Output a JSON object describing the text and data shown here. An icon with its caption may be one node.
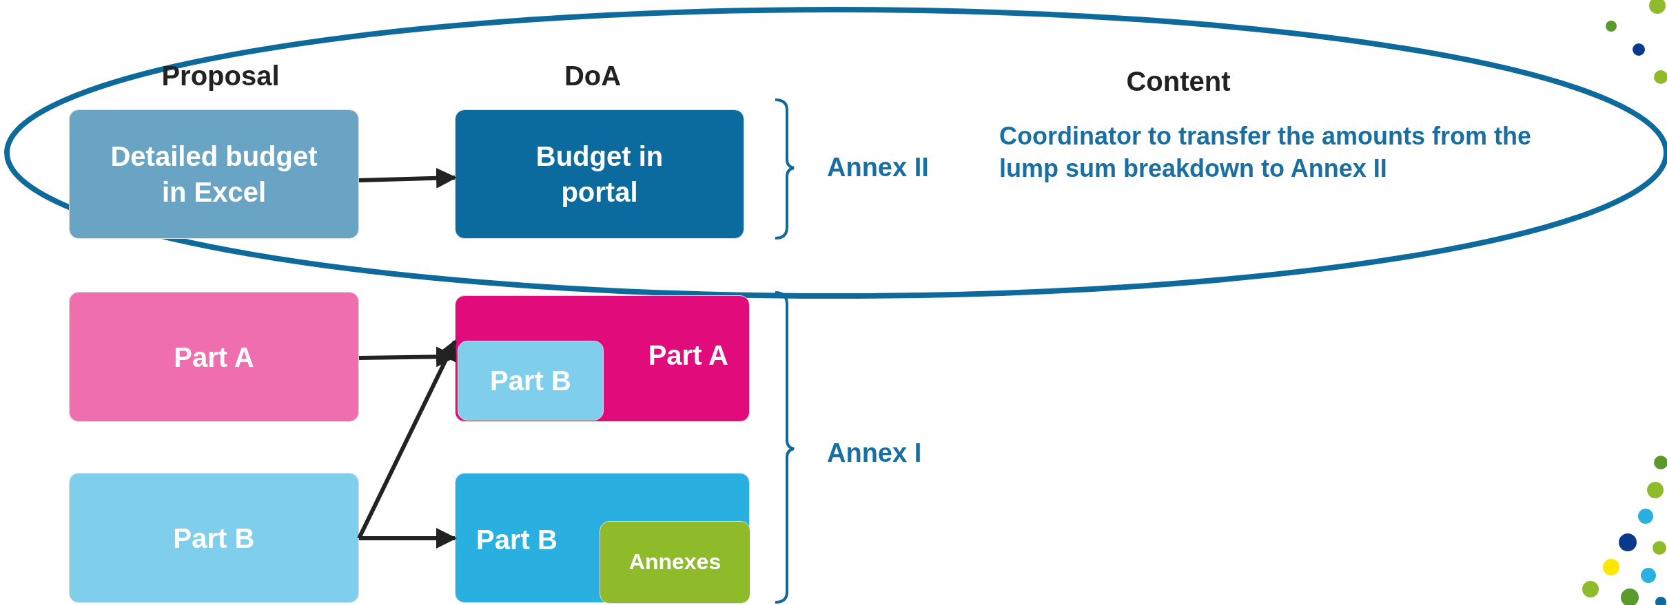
{
  "diagram": {
    "nodes": [
      {
        "text": [
          "Detailed budget in Excel"
        ]
      },
      {
        "text": [
          "Budget in portal"
        ]
      },
      {
        "text": [
          "Part A"
        ]
      },
      {
        "text": [
          "Part B"
        ]
      },
      {
        "text": [
          "Part A"
        ]
      },
      {
        "text": [
          "Part B"
        ],
        "in": 4
      },
      {
        "text": [
          "Part B"
        ]
      },
      {
        "text": [
          "Annexes"
        ],
        "in": 6
      }
    ],
    "edges": [
      {
        "from": 0,
        "to": 1,
        "arrow": "to"
      },
      {
        "from": 2,
        "to": 4,
        "arrow": "to"
      },
      {
        "from": 3,
        "to": 4,
        "arrow": "to"
      },
      {
        "from": 3,
        "to": 6,
        "arrow": "to"
      }
    ],
    "labels": [
      "Proposal",
      "DoA",
      "Content",
      "Annex II",
      "Coordinator to transfer the amounts from the lump sum breakdown to Annex II",
      "Annex I"
    ]
  }
}
